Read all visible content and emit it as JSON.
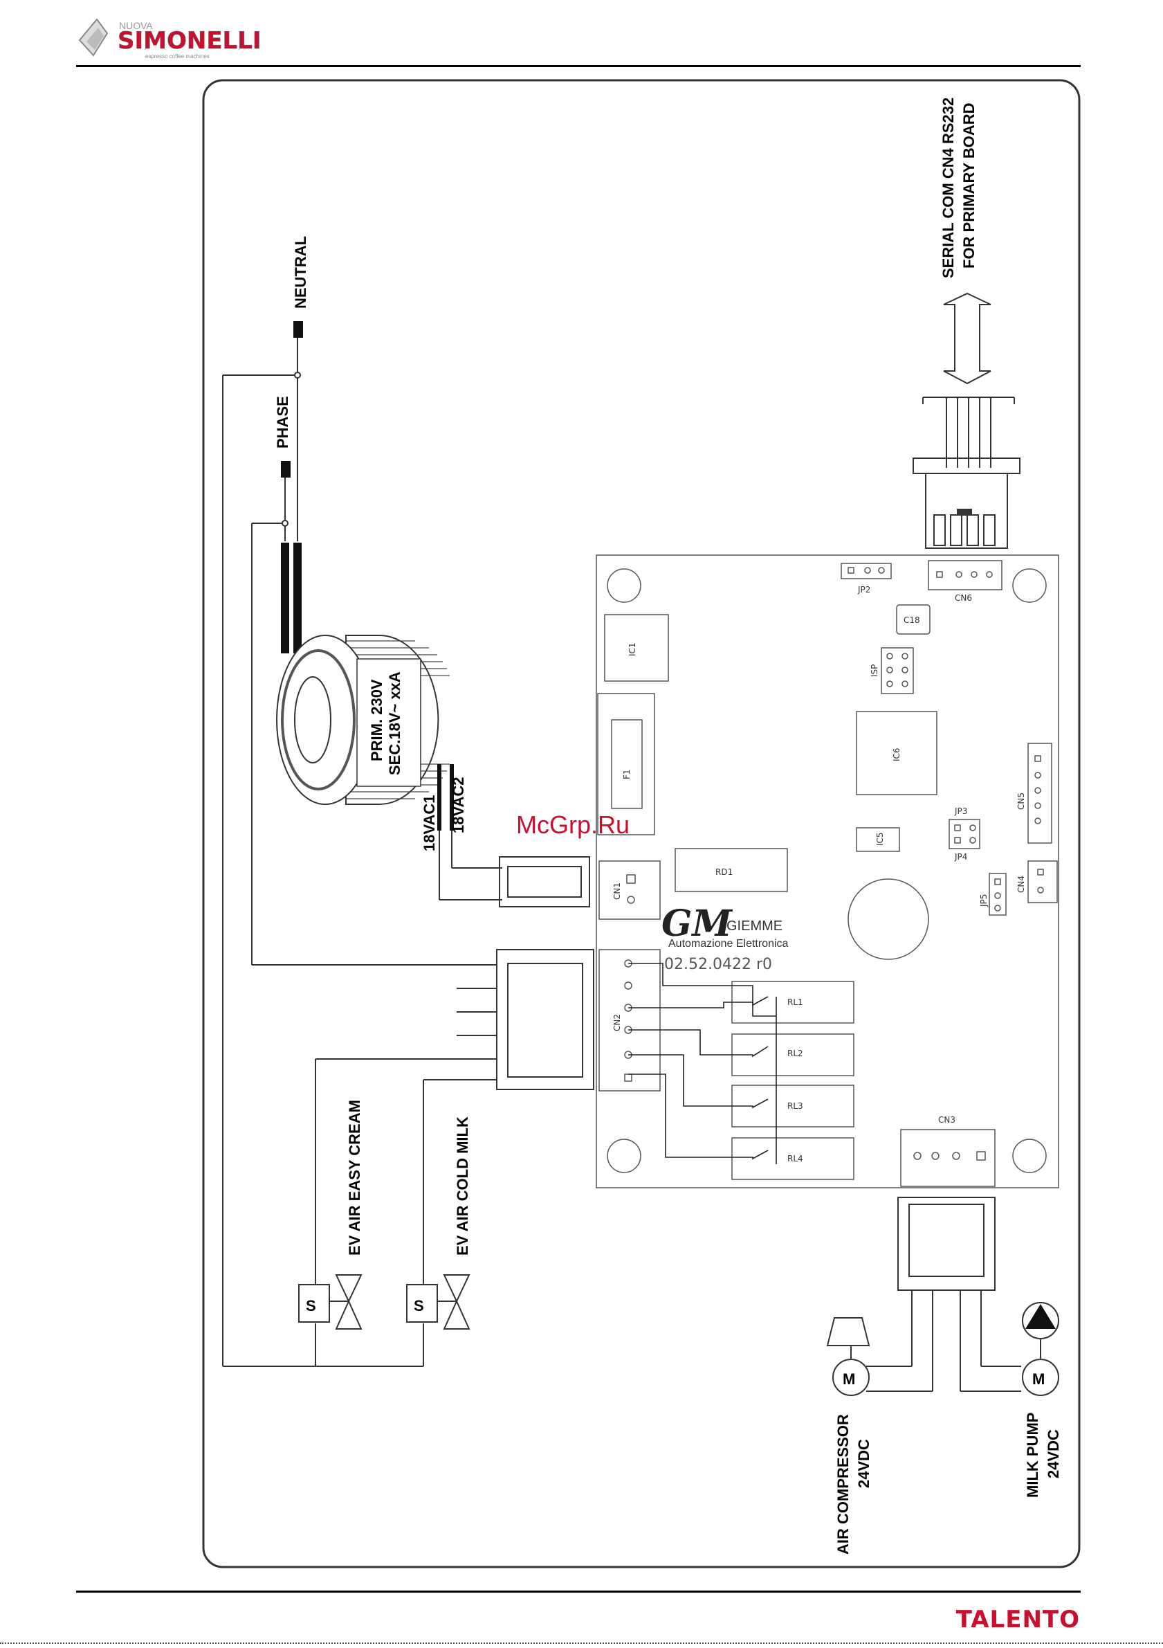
{
  "header": {
    "logo_small_text": "NUOVA",
    "logo_brand": "SIMONELLI",
    "logo_tagline": "espresso coffee machines"
  },
  "footer": {
    "product": "TALENTO"
  },
  "watermark": "McGrp.Ru",
  "diagram": {
    "serial_label_line1": "SERIAL COM CN4 RS232",
    "serial_label_line2": "FOR PRIMARY BOARD",
    "neutral": "NEUTRAL",
    "phase": "PHASE",
    "transformer_primary": "PRIM. 230V",
    "transformer_secondary": "SEC.18V~ xxA",
    "vac1": "18VAC1",
    "vac2": "18VAC2",
    "valve1_label": "EV AIR EASY CREAM",
    "valve2_label": "EV AIR COLD MILK",
    "valve_symbol": "S",
    "motor_symbol": "M",
    "compressor_line1": "AIR COMPRESSOR",
    "compressor_line2": "24VDC",
    "pump_line1": "MILK PUMP",
    "pump_line2": "24VDC"
  },
  "pcb": {
    "maker_logo": "GM",
    "maker_name": "GIEMME",
    "maker_subtitle": "Automazione Elettronica",
    "part_number": "02.52.0422 r0",
    "jp2": "JP2",
    "cn6": "CN6",
    "c18": "C18",
    "ic1": "IC1",
    "isp": "ISP",
    "ic6": "IC6",
    "f1": "F1",
    "cn5": "CN5",
    "jp3": "JP3",
    "jp4": "JP4",
    "ic5": "IC5",
    "rd1": "RD1",
    "cn1": "CN1",
    "cn4": "CN4",
    "jp5": "JP5",
    "cn2": "CN2",
    "rl1": "RL1",
    "rl2": "RL2",
    "rl3": "RL3",
    "rl4": "RL4",
    "cn3": "CN3"
  }
}
